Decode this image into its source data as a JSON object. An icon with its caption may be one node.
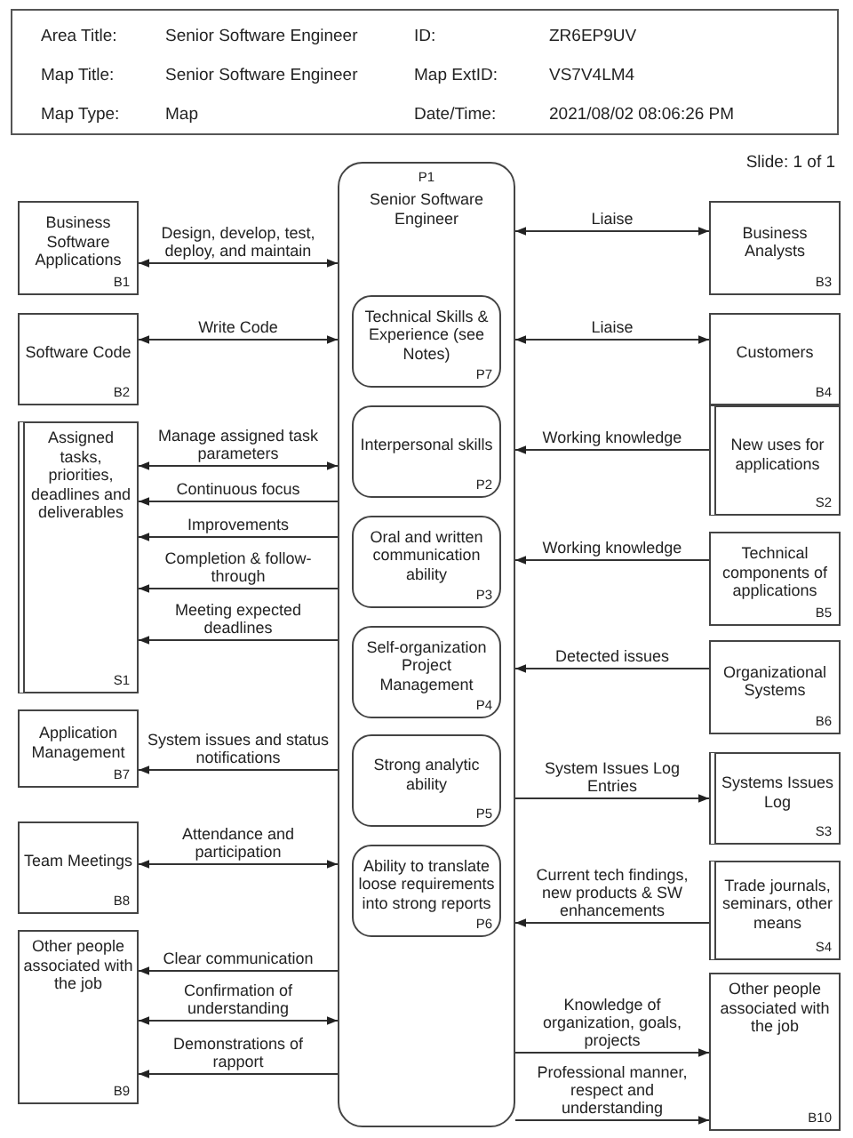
{
  "diagram": {
    "nodes": [
      {
        "text": [
          "Business Software Applications",
          "B1"
        ]
      },
      {
        "text": [
          "Software Code",
          "B2"
        ]
      },
      {
        "text": [
          "Assigned tasks, priorities, deadlines and deliverables",
          "S1"
        ]
      },
      {
        "text": [
          "Application Management",
          "B7"
        ]
      },
      {
        "text": [
          "Team Meetings",
          "B8"
        ]
      },
      {
        "text": [
          "Other people associated with the job",
          "B9"
        ]
      },
      {
        "text": [
          "P1",
          "Senior Software Engineer"
        ]
      },
      {
        "text": [
          "Technical Skills & Experience (see Notes)",
          "P7"
        ],
        "in": 6
      },
      {
        "text": [
          "Interpersonal skills",
          "P2"
        ],
        "in": 6
      },
      {
        "text": [
          "Oral and written communication ability",
          "P3"
        ],
        "in": 6
      },
      {
        "text": [
          "Self-organization Project Management",
          "P4"
        ],
        "in": 6
      },
      {
        "text": [
          "Strong analytic ability",
          "P5"
        ],
        "in": 6
      },
      {
        "text": [
          "Ability to translate loose requirements into strong reports",
          "P6"
        ],
        "in": 6
      },
      {
        "text": [
          "Business Analysts",
          "B3"
        ]
      },
      {
        "text": [
          "Customers",
          "B4"
        ]
      },
      {
        "text": [
          "New uses for applications",
          "S2"
        ]
      },
      {
        "text": [
          "Technical components of applications",
          "B5"
        ]
      },
      {
        "text": [
          "Organizational Systems",
          "B6"
        ]
      },
      {
        "text": [
          "Systems Issues Log",
          "S3"
        ]
      },
      {
        "text": [
          "Trade journals, seminars, other means",
          "S4"
        ]
      },
      {
        "text": [
          "Other people associated with the job",
          "B10"
        ]
      }
    ],
    "edges": [
      {
        "from": 0,
        "to": 6,
        "arrow": "both",
        "label": "Design, develop, test, deploy, and maintain"
      },
      {
        "from": 1,
        "to": 6,
        "arrow": "both",
        "label": "Write Code"
      },
      {
        "from": 2,
        "to": 6,
        "arrow": "both",
        "label": "Manage assigned task parameters"
      },
      {
        "from": 6,
        "to": 2,
        "arrow": "to",
        "label": "Continuous focus"
      },
      {
        "from": 6,
        "to": 2,
        "arrow": "to",
        "label": "Improvements"
      },
      {
        "from": 6,
        "to": 2,
        "arrow": "to",
        "label": "Completion & follow-through"
      },
      {
        "from": 6,
        "to": 2,
        "arrow": "to",
        "label": "Meeting expected deadlines"
      },
      {
        "from": 6,
        "to": 3,
        "arrow": "to",
        "label": "System issues and status notifications"
      },
      {
        "from": 4,
        "to": 6,
        "arrow": "both",
        "label": "Attendance and participation"
      },
      {
        "from": 6,
        "to": 5,
        "arrow": "to",
        "label": "Clear communication"
      },
      {
        "from": 5,
        "to": 6,
        "arrow": "both",
        "label": "Confirmation of understanding"
      },
      {
        "from": 6,
        "to": 5,
        "arrow": "to",
        "label": "Demonstrations of rapport"
      },
      {
        "from": 6,
        "to": 13,
        "arrow": "both",
        "label": "Liaise"
      },
      {
        "from": 6,
        "to": 14,
        "arrow": "both",
        "label": "Liaise"
      },
      {
        "from": 15,
        "to": 6,
        "arrow": "to",
        "label": "Working knowledge"
      },
      {
        "from": 16,
        "to": 6,
        "arrow": "to",
        "label": "Working knowledge"
      },
      {
        "from": 17,
        "to": 6,
        "arrow": "to",
        "label": "Detected issues"
      },
      {
        "from": 6,
        "to": 18,
        "arrow": "to",
        "label": "System Issues Log Entries"
      },
      {
        "from": 19,
        "to": 6,
        "arrow": "to",
        "label": "Current tech findings, new products & SW enhancements"
      },
      {
        "from": 6,
        "to": 20,
        "arrow": "to",
        "label": "Knowledge of organization, goals, projects"
      },
      {
        "from": 6,
        "to": 20,
        "arrow": "to",
        "label": "Professional manner, respect and understanding"
      }
    ],
    "labels": [
      "Area Title:",
      "Senior Software Engineer",
      "ID:",
      "ZR6EP9UV",
      "Map Title:",
      "Senior Software Engineer",
      "Map ExtID:",
      "VS7V4LM4",
      "Map Type:",
      "Map",
      "Date/Time:",
      "2021/08/02 08:06:26 PM",
      "Slide: 1 of 1"
    ]
  }
}
